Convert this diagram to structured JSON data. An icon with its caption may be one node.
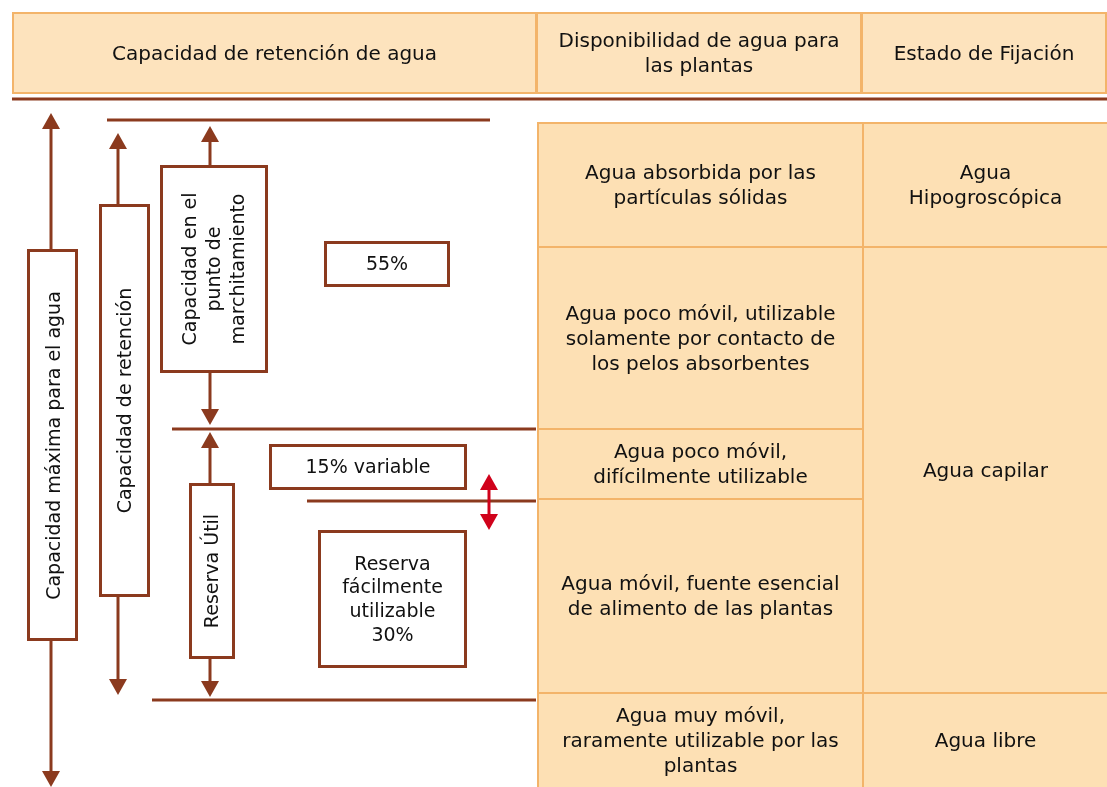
{
  "diagram": {
    "nodes": [
      {
        "text": [
          "Capacidad de retención de agua"
        ]
      },
      {
        "text": [
          "Disponibilidad de agua para las plantas"
        ]
      },
      {
        "text": [
          "Estado de Fijación"
        ]
      },
      {
        "text": [
          "Capacidad máxima para el agua"
        ]
      },
      {
        "text": [
          "Capacidad de retención"
        ]
      },
      {
        "text": [
          "Capacidad en el punto de marchitamiento"
        ]
      },
      {
        "text": [
          "55%"
        ]
      },
      {
        "text": [
          "15% variable"
        ]
      },
      {
        "text": [
          "Reserva Útil"
        ]
      },
      {
        "text": [
          "Reserva fácilmente utilizable 30%"
        ]
      },
      {
        "text": [
          "Agua absorbida por las partículas sólidas"
        ]
      },
      {
        "text": [
          "Agua Hipogroscópica"
        ]
      },
      {
        "text": [
          "Agua poco móvil, utilizable solamente por contacto de los pelos absorbentes"
        ]
      },
      {
        "text": [
          "Agua capilar"
        ]
      },
      {
        "text": [
          "Agua poco móvil, difícilmente utilizable"
        ]
      },
      {
        "text": [
          "Agua móvil, fuente esencial de alimento de las plantas"
        ]
      },
      {
        "text": [
          "Agua muy móvil, raramente utilizable por las plantas"
        ]
      },
      {
        "text": [
          "Agua libre"
        ]
      }
    ],
    "edges": []
  }
}
